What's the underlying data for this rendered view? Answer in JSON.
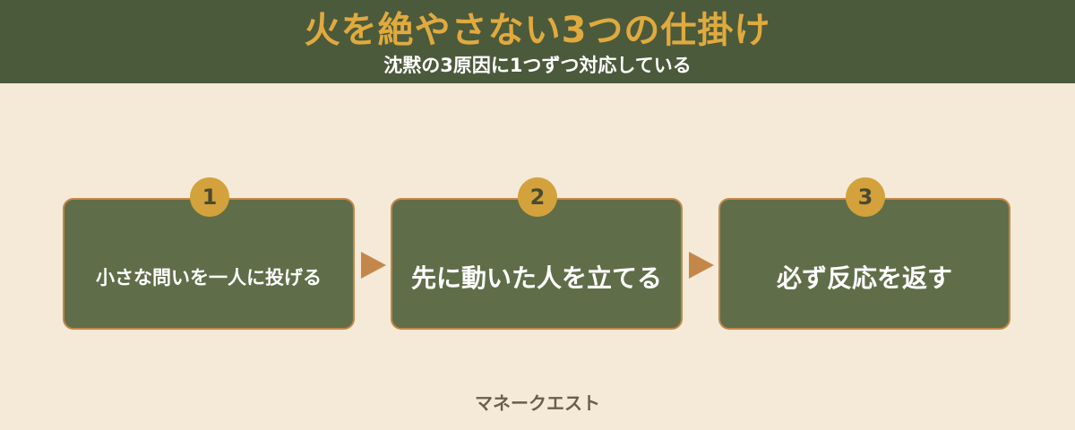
{
  "header": {
    "title": "火を絶やさない3つの仕掛け",
    "subtitle": "沈黙の3原因に1つずつ対応している"
  },
  "steps": [
    {
      "number": "1",
      "label": "小さな問いを一人に投げる"
    },
    {
      "number": "2",
      "label": "先に動いた人を立てる"
    },
    {
      "number": "3",
      "label": "必ず反応を返す"
    }
  ],
  "footer": {
    "brand": "マネークエスト"
  },
  "colors": {
    "header_bg": "#4b5a3b",
    "title": "#e0aa3e",
    "page_bg": "#f5ead7",
    "box_bg": "#5f6e48",
    "box_border": "#c4874a",
    "badge": "#d3a23c",
    "arrow": "#c4874a"
  }
}
